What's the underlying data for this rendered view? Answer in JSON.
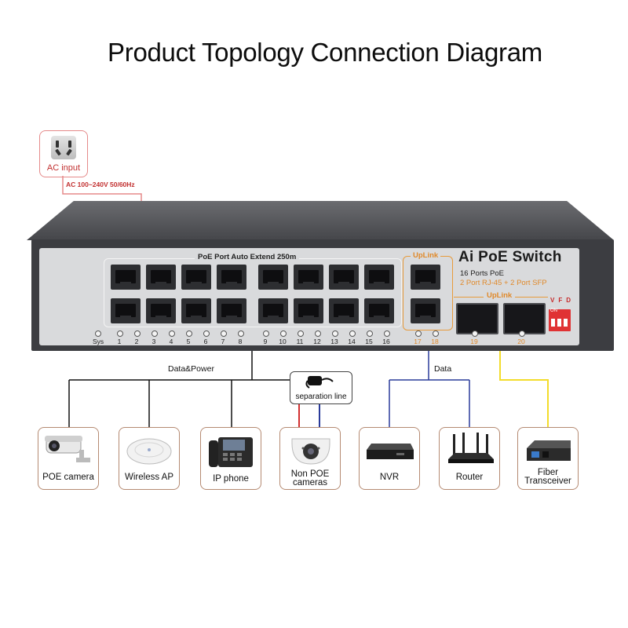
{
  "title": "Product Topology Connection Diagram",
  "ac": {
    "label": "AC input",
    "spec": "AC 100~240V 50/60Hz"
  },
  "switch": {
    "poe_label": "PoE Port Auto Extend 250m",
    "uplink_label_rj45": "UpLink",
    "uplink_label_sfp": "UpLink",
    "brand": "Ai PoE Switch",
    "line1": "16 Ports  PoE",
    "line2": "2 Port  RJ-45 + 2 Port   SFP",
    "dip_letters": "VFD",
    "dip_state": "ON",
    "sys_label": "Sys",
    "port_numbers": [
      "1",
      "2",
      "3",
      "4",
      "5",
      "6",
      "7",
      "8",
      "9",
      "10",
      "11",
      "12",
      "13",
      "14",
      "15",
      "16"
    ],
    "uplink_numbers": [
      "17",
      "18"
    ],
    "sfp_numbers": [
      "19",
      "20"
    ]
  },
  "cables": {
    "data_power_label": "Data&Power",
    "data_label": "Data",
    "separation_label": "separation line"
  },
  "devices": [
    {
      "name": "POE camera",
      "icon": "poe-camera-icon"
    },
    {
      "name": "Wireless AP",
      "icon": "wireless-ap-icon"
    },
    {
      "name": "IP phone",
      "icon": "ip-phone-icon"
    },
    {
      "name": "Non POE cameras",
      "line1": "Non POE",
      "line2": "cameras",
      "icon": "dome-camera-icon"
    },
    {
      "name": "NVR",
      "icon": "nvr-icon"
    },
    {
      "name": "Router",
      "icon": "router-icon"
    },
    {
      "name": "Fiber Transceiver",
      "line1": "Fiber",
      "line2": "Transceiver",
      "icon": "fiber-transceiver-icon"
    }
  ],
  "colors": {
    "data_power_line": "#111111",
    "data_line": "#2a3b9a",
    "fiber_line": "#f3dc2b",
    "separation_red": "#d23030",
    "separation_blue": "#2a3b9a",
    "accent_orange": "#e0892a",
    "ac_red": "#c23030"
  }
}
